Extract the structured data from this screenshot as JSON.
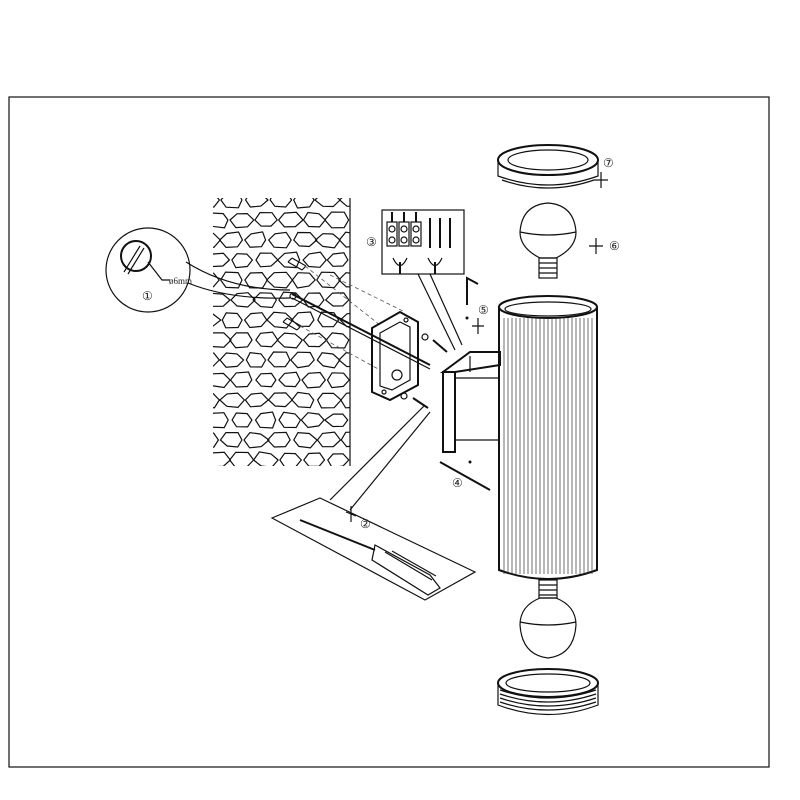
{
  "diagram": {
    "title": "Wall lamp installation diagram",
    "steps": {
      "drill": "①",
      "screw_mount": "②",
      "wiring": "③",
      "fix_lamp": "④",
      "tighten": "⑤",
      "bulb": "⑥",
      "cover": "⑦"
    },
    "drill_diameter": "ø6mm"
  }
}
